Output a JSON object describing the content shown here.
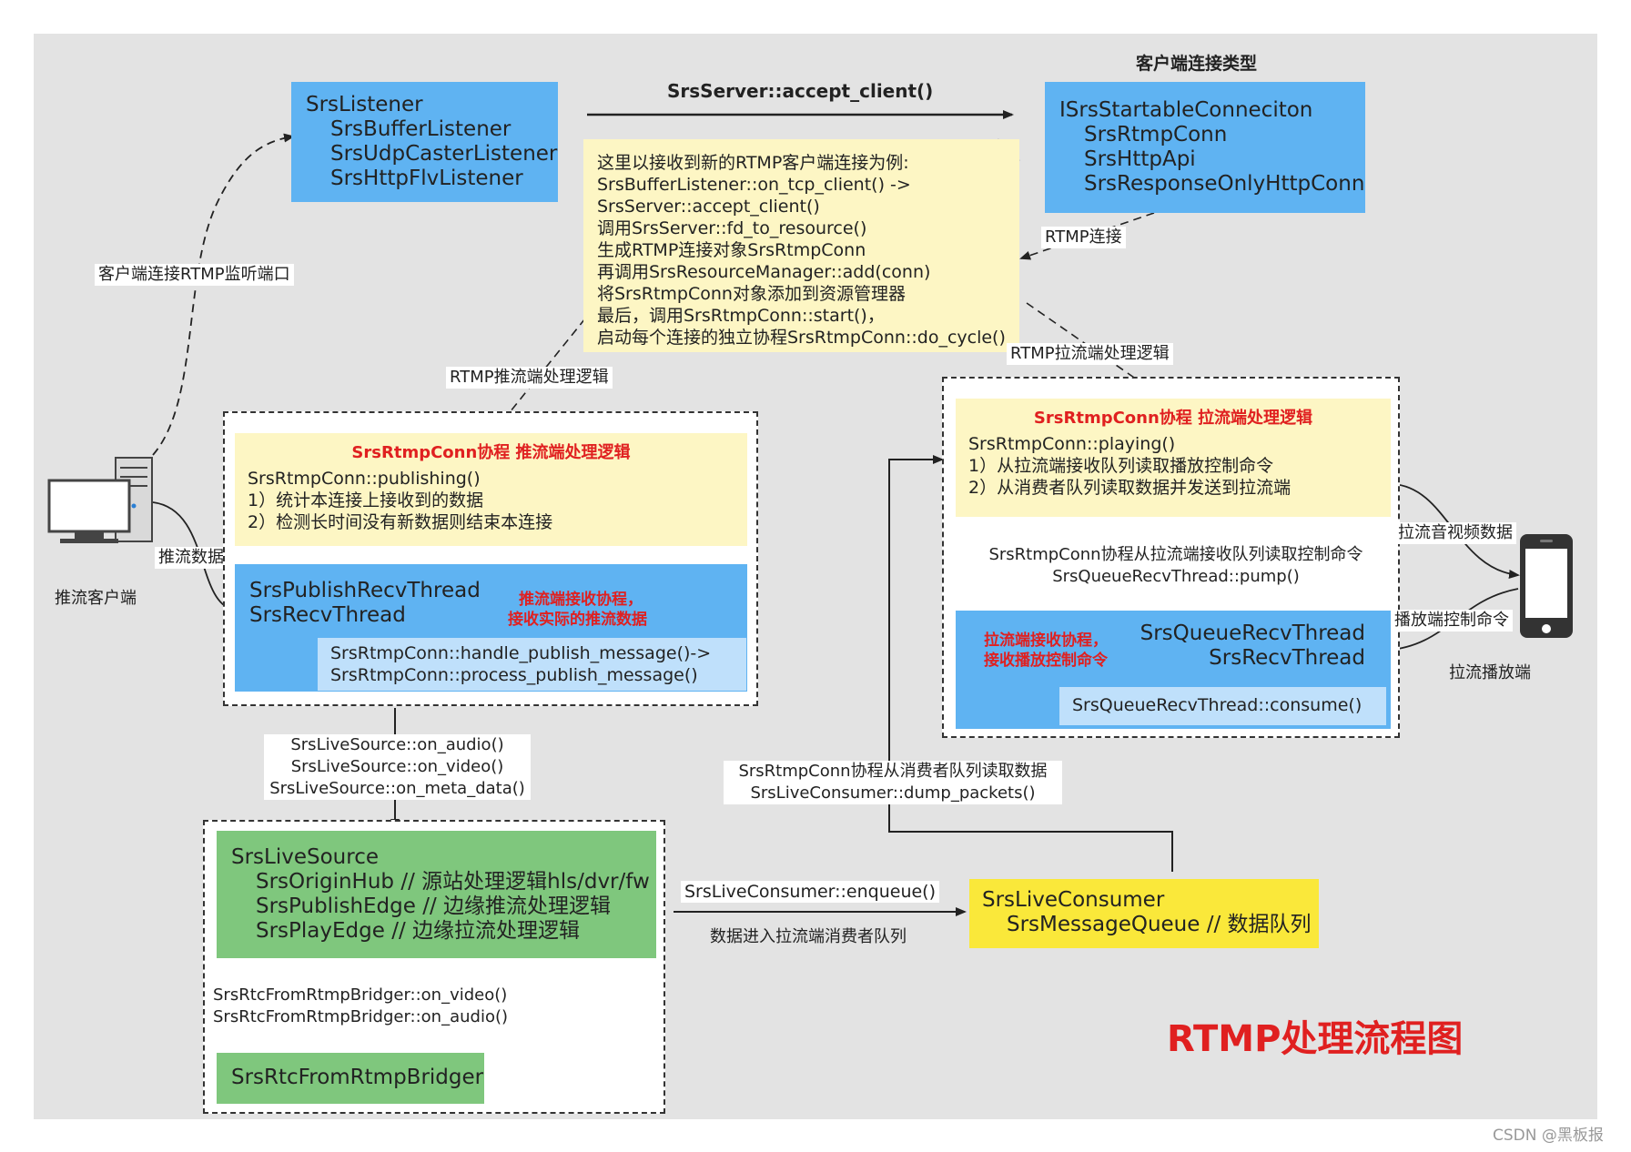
{
  "listener": {
    "title": "SrsListener",
    "items": [
      "SrsBufferListener",
      "SrsUdpCasterListener",
      "SrsHttpFlvListener"
    ]
  },
  "accept_label": "SrsServer::accept_client()",
  "conn_types": {
    "heading": "客户端连接类型",
    "title": "ISrsStartableConneciton",
    "items": [
      "SrsRtmpConn",
      "SrsHttpApi",
      "SrsResponseOnlyHttpConn"
    ]
  },
  "note_lines": [
    "这里以接收到新的RTMP客户端连接为例:",
    "SrsBufferListener::on_tcp_client() ->",
    "SrsServer::accept_client()",
    "调用SrsServer::fd_to_resource()",
    "生成RTMP连接对象SrsRtmpConn",
    "再调用SrsResourceManager::add(conn)",
    "将SrsRtmpConn对象添加到资源管理器",
    "最后，调用SrsRtmpConn::start()，",
    "启动每个连接的独立协程SrsRtmpConn::do_cycle()"
  ],
  "labels": {
    "client_connect": "客户端连接RTMP监听端口",
    "rtmp_conn": "RTMP连接",
    "publish_logic": "RTMP推流端处理逻辑",
    "play_logic": "RTMP拉流端处理逻辑",
    "push_data": "推流数据",
    "push_client": "推流客户端",
    "pull_av": "拉流音视频数据",
    "play_ctrl": "播放端控制命令",
    "player": "拉流播放端",
    "on_av": [
      "SrsLiveSource::on_audio()",
      "SrsLiveSource::on_video()",
      "SrsLiveSource::on_meta_data()"
    ],
    "dump": [
      "SrsRtmpConn协程从消费者队列读取数据",
      "SrsLiveConsumer::dump_packets()"
    ],
    "enqueue": "SrsLiveConsumer::enqueue()",
    "enqueue_desc": "数据进入拉流端消费者队列",
    "rtc_bridge_calls": [
      "SrsRtcFromRtmpBridger::on_video()",
      "SrsRtcFromRtmpBridger::on_audio()"
    ],
    "pump": [
      "SrsRtmpConn协程从拉流端接收队列读取控制命令",
      "SrsQueueRecvThread::pump()"
    ]
  },
  "publish": {
    "header": "SrsRtmpConn协程 推流端处理逻辑",
    "lines": [
      "SrsRtmpConn::publishing()",
      "1）统计本连接上接收到的数据",
      "2）检测长时间没有新数据则结束本连接"
    ],
    "thread_lines": [
      "SrsPublishRecvThread",
      "SrsRecvThread"
    ],
    "thread_note": [
      "推流端接收协程，",
      "接收实际的推流数据"
    ],
    "handle_lines": [
      "SrsRtmpConn::handle_publish_message()->",
      "SrsRtmpConn::process_publish_message()"
    ]
  },
  "play": {
    "header": "SrsRtmpConn协程 拉流端处理逻辑",
    "lines": [
      "SrsRtmpConn::playing()",
      "1）从拉流端接收队列读取播放控制命令",
      "2）从消费者队列读取数据并发送到拉流端"
    ],
    "thread_note": [
      "拉流端接收协程，",
      "接收播放控制命令"
    ],
    "thread_lines": [
      "SrsQueueRecvThread",
      "SrsRecvThread"
    ],
    "consume": "SrsQueueRecvThread::consume()"
  },
  "source": {
    "title": "SrsLiveSource",
    "items": [
      "SrsOriginHub // 源站处理逻辑hls/dvr/fw",
      "SrsPublishEdge // 边缘推流处理逻辑",
      "SrsPlayEdge // 边缘拉流处理逻辑"
    ],
    "bridge": "SrsRtcFromRtmpBridger"
  },
  "consumer": {
    "title": "SrsLiveConsumer",
    "item": "SrsMessageQueue // 数据队列"
  },
  "diagram_title": "RTMP处理流程图",
  "watermark": "CSDN @黑板报",
  "colors": {
    "blue": "#5fb3f2",
    "note": "#fdf6c4",
    "green": "#7fc77d",
    "yellow": "#fae83a",
    "red": "#e02020"
  }
}
